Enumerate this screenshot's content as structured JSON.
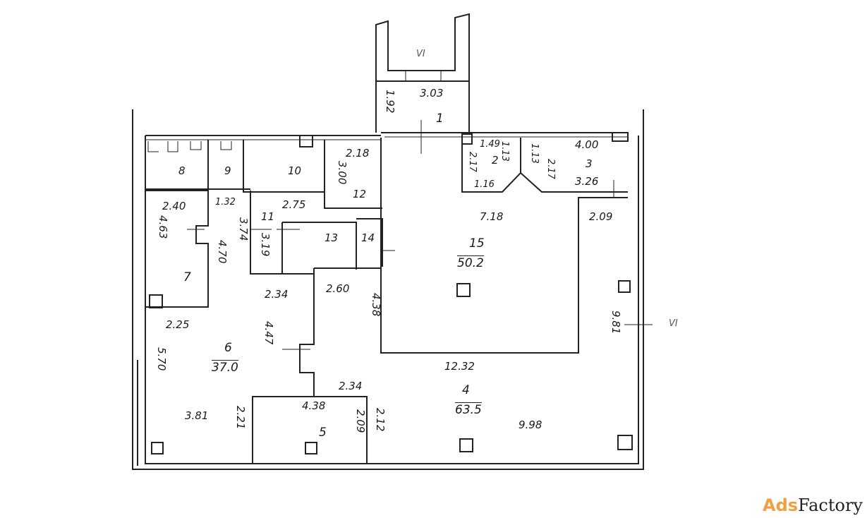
{
  "plan": {
    "section_marks": [
      "VI",
      "VI"
    ],
    "rooms": [
      {
        "number": "1",
        "dims": [
          "3.03",
          "1.92"
        ]
      },
      {
        "number": "2",
        "dims": [
          "1.49",
          "2.17",
          "1.13",
          "1.16"
        ]
      },
      {
        "number": "3",
        "dims": [
          "4.00",
          "1.13",
          "2.17",
          "3.26"
        ]
      },
      {
        "number": "4",
        "area": "63.5",
        "dims": [
          "12.32",
          "9.98",
          "9.81",
          "2.09",
          "2.12"
        ]
      },
      {
        "number": "5",
        "dims": [
          "4.38",
          "2.09",
          "2.34"
        ]
      },
      {
        "number": "6",
        "area": "37.0",
        "dims": [
          "4.47",
          "2.25",
          "5.70",
          "3.81",
          "2.21",
          "2.34"
        ]
      },
      {
        "number": "7",
        "dims": [
          "2.40",
          "4.63",
          "4.70"
        ]
      },
      {
        "number": "8"
      },
      {
        "number": "9",
        "dims": [
          "1.32"
        ]
      },
      {
        "number": "10"
      },
      {
        "number": "11",
        "dims": [
          "2.75",
          "3.74",
          "3.19"
        ]
      },
      {
        "number": "12",
        "dims": [
          "2.18",
          "3.00"
        ]
      },
      {
        "number": "13"
      },
      {
        "number": "14"
      },
      {
        "number": "15",
        "area": "50.2",
        "dims": [
          "7.18",
          "2.60",
          "4.38"
        ]
      }
    ]
  },
  "watermark": {
    "brand_a": "Ads",
    "brand_b": "Factory"
  }
}
